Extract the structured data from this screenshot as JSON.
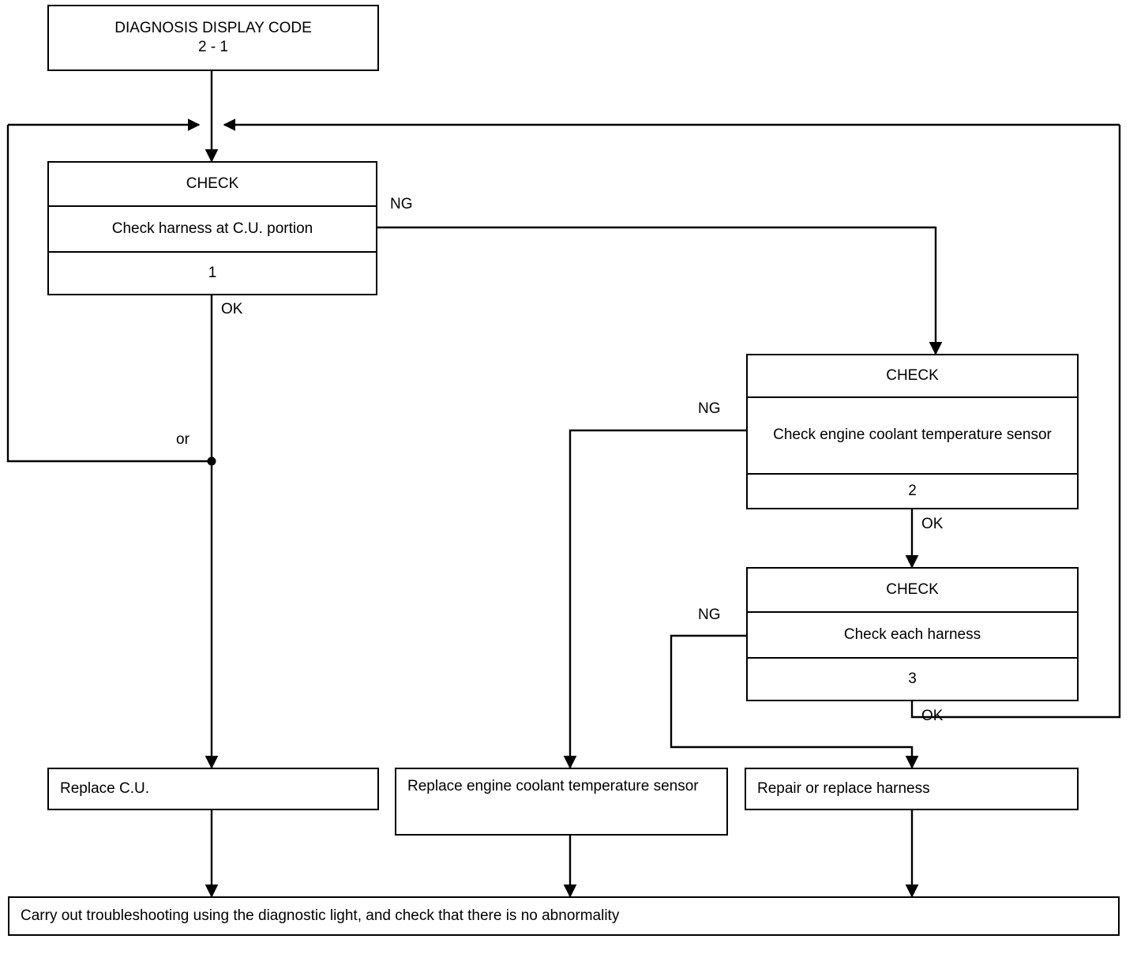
{
  "diagram": {
    "type": "flowchart",
    "title": "DIAGNOSIS DISPLAY CODE 2 - 1",
    "header": {
      "line1": "DIAGNOSIS DISPLAY CODE",
      "line2": "2 - 1"
    },
    "check_heading": "CHECK",
    "checks": [
      {
        "heading": "CHECK",
        "text": "Check harness at C.U. portion",
        "step": "1"
      },
      {
        "heading": "CHECK",
        "text": "Check engine coolant temperature sensor",
        "step": "2"
      },
      {
        "heading": "CHECK",
        "text": "Check each harness",
        "step": "3"
      }
    ],
    "actions": [
      {
        "text": "Replace C.U."
      },
      {
        "text": "Replace engine coolant temperature sensor"
      },
      {
        "text": "Repair or replace harness"
      }
    ],
    "footer": {
      "text": "Carry out troubleshooting using the diagnostic light, and check that there is no abnormality"
    },
    "edge_labels": {
      "ng1": "NG",
      "ok1": "OK",
      "or": "or",
      "ng2": "NG",
      "ok2": "OK",
      "ng3": "NG",
      "ok3": "OK"
    },
    "colors": {
      "line": "#000000",
      "background": "#ffffff",
      "text": "#000000"
    }
  }
}
